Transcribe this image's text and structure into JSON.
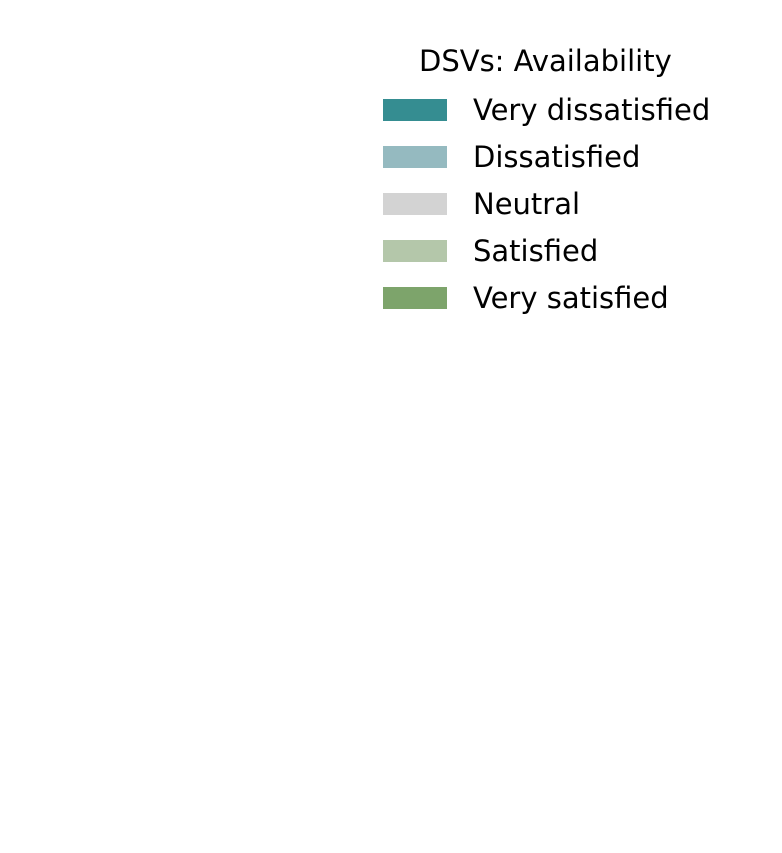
{
  "chart_data": {
    "type": "bar",
    "title": "",
    "xlabel": "",
    "ylabel": "",
    "grid": false,
    "legend": {
      "title": "DSVs: Availability",
      "placement": "top-right",
      "entries": [
        {
          "label": "Very dissatisfied",
          "color": "#358d91"
        },
        {
          "label": "Dissatisfied",
          "color": "#95bac0"
        },
        {
          "label": "Neutral",
          "color": "#d3d3d3"
        },
        {
          "label": "Satisfied",
          "color": "#b4c7aa"
        },
        {
          "label": "Very satisfied",
          "color": "#7da46b"
        }
      ]
    },
    "series": [
      {
        "name": "Very dissatisfied"
      },
      {
        "name": "Dissatisfied"
      },
      {
        "name": "Neutral"
      },
      {
        "name": "Satisfied"
      },
      {
        "name": "Very satisfied"
      }
    ]
  }
}
